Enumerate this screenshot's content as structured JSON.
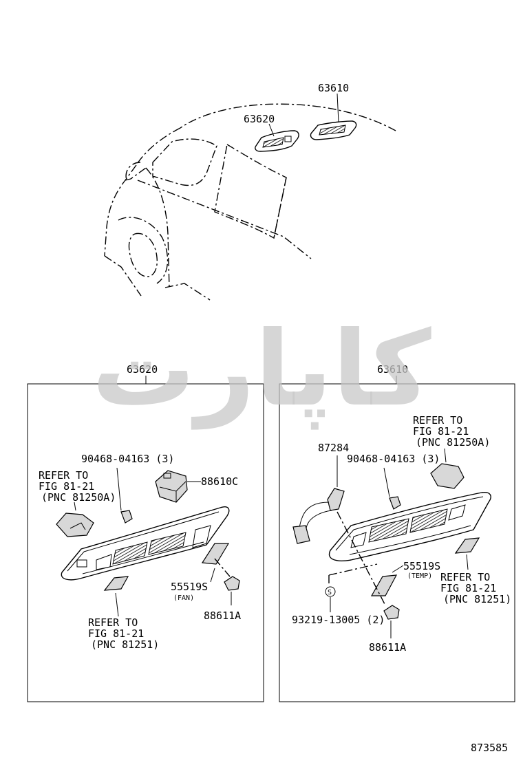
{
  "watermark": {
    "text": "کاپارت",
    "color": "#d3d3d3"
  },
  "overview": {
    "label_left": "63620",
    "label_right": "63610"
  },
  "box_left": {
    "title": "63620",
    "screw": "90468-04163 (3)",
    "switch_part": "88610C",
    "refer_top": [
      "REFER TO",
      "FIG 81-21",
      "(PNC 81250A)"
    ],
    "plate_part": "55519S",
    "plate_note": "(FAN)",
    "knob_part": "88611A",
    "refer_bottom": [
      "REFER TO",
      "FIG 81-21",
      "(PNC 81251)"
    ]
  },
  "box_right": {
    "title": "63610",
    "harness_part": "87284",
    "screw": "90468-04163 (3)",
    "refer_top": [
      "REFER TO",
      "FIG 81-21",
      "(PNC 81250A)"
    ],
    "plate_part": "55519S",
    "plate_note": "(TEMP)",
    "refer_side": [
      "REFER TO",
      "FIG 81-21",
      "(PNC 81251)"
    ],
    "bulb_part": "93219-13005 (2)",
    "bulb_symbol": "S",
    "knob_part": "88611A"
  },
  "figure_number": "873585"
}
